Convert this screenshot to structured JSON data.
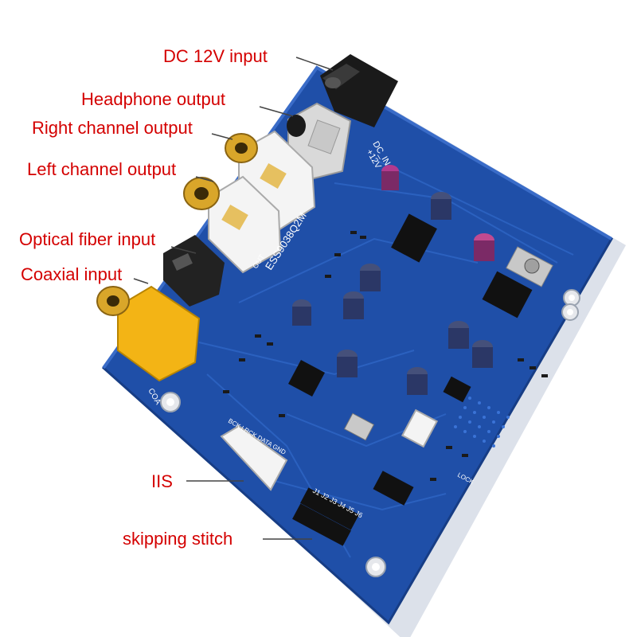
{
  "callouts": {
    "dc_input": "DC 12V input",
    "headphone_output": "Headphone output",
    "right_channel_output": "Right channel output",
    "left_channel_output": "Left channel output",
    "optical_fiber_input": "Optical fiber input",
    "coaxial_input": "Coaxial input",
    "iis": "IIS",
    "skipping_stitch": "skipping stitch"
  },
  "silkscreen": {
    "chip_label": "ESS9038Q2M",
    "dc_in": "DC_IN",
    "plus_12v": "+12V",
    "coax": "COA",
    "iis_pins": "BCK  LRCK  DATA  GND",
    "jumper_label": "J1 J2 J3 J4 J5 J6",
    "lock": "LOCK",
    "out": "OUT"
  },
  "colors": {
    "label_red": "#d40000",
    "pcb_blue": "#1f4fa8",
    "rca_gold": "#d9a62a",
    "coax_yellow": "#f3b415"
  }
}
